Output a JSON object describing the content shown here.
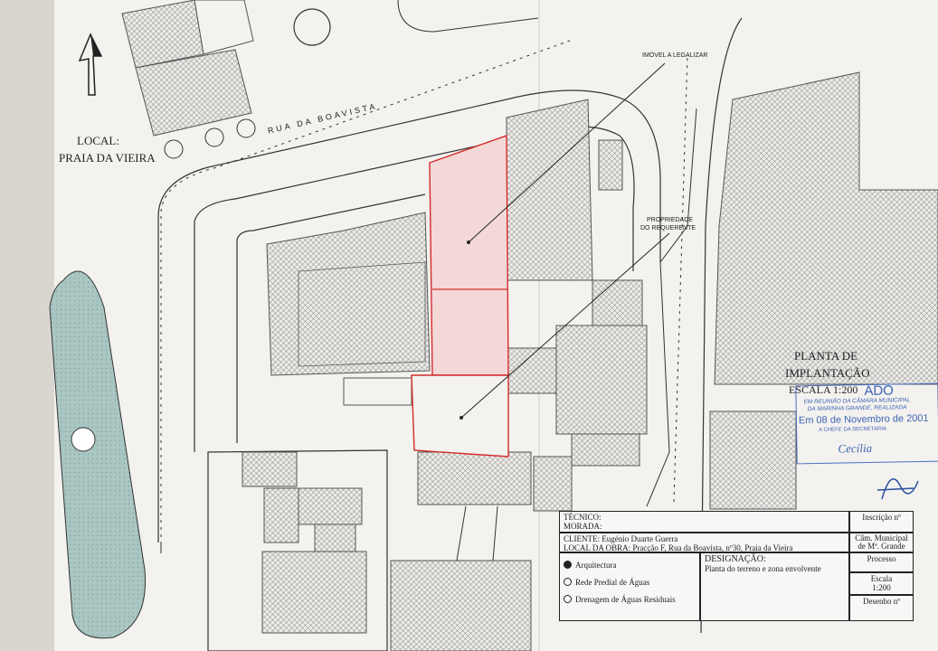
{
  "location": {
    "label": "LOCAL:",
    "value": "PRAIA DA VIEIRA"
  },
  "street": {
    "name": "RUA DA BOAVISTA"
  },
  "annotations": {
    "property_to_legalize": "IMÓVEL A LEGALIZAR",
    "owner_property_line1": "PROPRIEDADE",
    "owner_property_line2": "DO REQUERENTE"
  },
  "plan_title": {
    "line1": "PLANTA DE",
    "line2": "IMPLANTAÇÃO",
    "scale": "ESCALA 1:200"
  },
  "stamp": {
    "line1": "ADO",
    "line2": "EM REUNIÃO DA CÂMARA MUNICIPAL",
    "line3": "DA MARINHA GRANDE, REALIZADA",
    "line4": "Em 08 de Novembro de 2001",
    "line5": "A CHEFE DA SECRETARIA",
    "signature": "Cecília"
  },
  "title_block": {
    "tecnico": "TÉCNICO:",
    "morada": "MORADA:",
    "inscricao": "Inscrição nº",
    "cliente": "CLIENTE: Eugénio Duarte Guerra",
    "local_obra": "LOCAL DA OBRA: Pracção F, Rua da Boavista, nº30, Praia da Vieira",
    "camara_line1": "Câm. Municipal",
    "camara_line2": "de Mª. Grande",
    "checkboxes": [
      {
        "label": "Arquitectura",
        "checked": true
      },
      {
        "label": "Rede Predial de Águas",
        "checked": false
      },
      {
        "label": "Drenagem de Águas Residuais",
        "checked": false
      }
    ],
    "designacao_label": "DESIGNAÇÃO:",
    "designacao_value": "Planta do terreno e zona envolvente",
    "processo": "Processo",
    "escala_label": "Escala",
    "escala_value": "1:200",
    "desenho": "Desenho nº"
  },
  "colors": {
    "paper": "#f3f2ef",
    "highlight": "#d42a2a",
    "highlight_fill": "#f4d8d8",
    "water": "#a9c6c3",
    "stamp": "#4a6fbf"
  }
}
